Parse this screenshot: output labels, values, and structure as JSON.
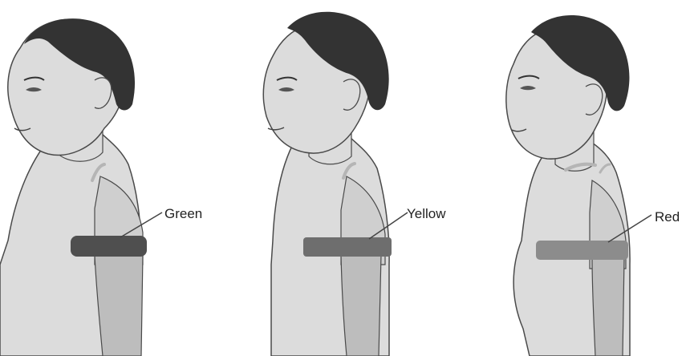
{
  "figure": {
    "panels": [
      {
        "id": "panel-1",
        "band_label": "Green",
        "band_color": "#4f4f4f"
      },
      {
        "id": "panel-2",
        "band_label": "Yellow",
        "band_color": "#6e6e6e"
      },
      {
        "id": "panel-3",
        "band_label": "Red",
        "band_color": "#8c8c8c"
      }
    ],
    "colors": {
      "skin": "#dcdcdc",
      "skin_outline": "#4a4a4a",
      "hair": "#333333",
      "forearm": "#bdbdbd",
      "callout_line": "#444444"
    }
  }
}
